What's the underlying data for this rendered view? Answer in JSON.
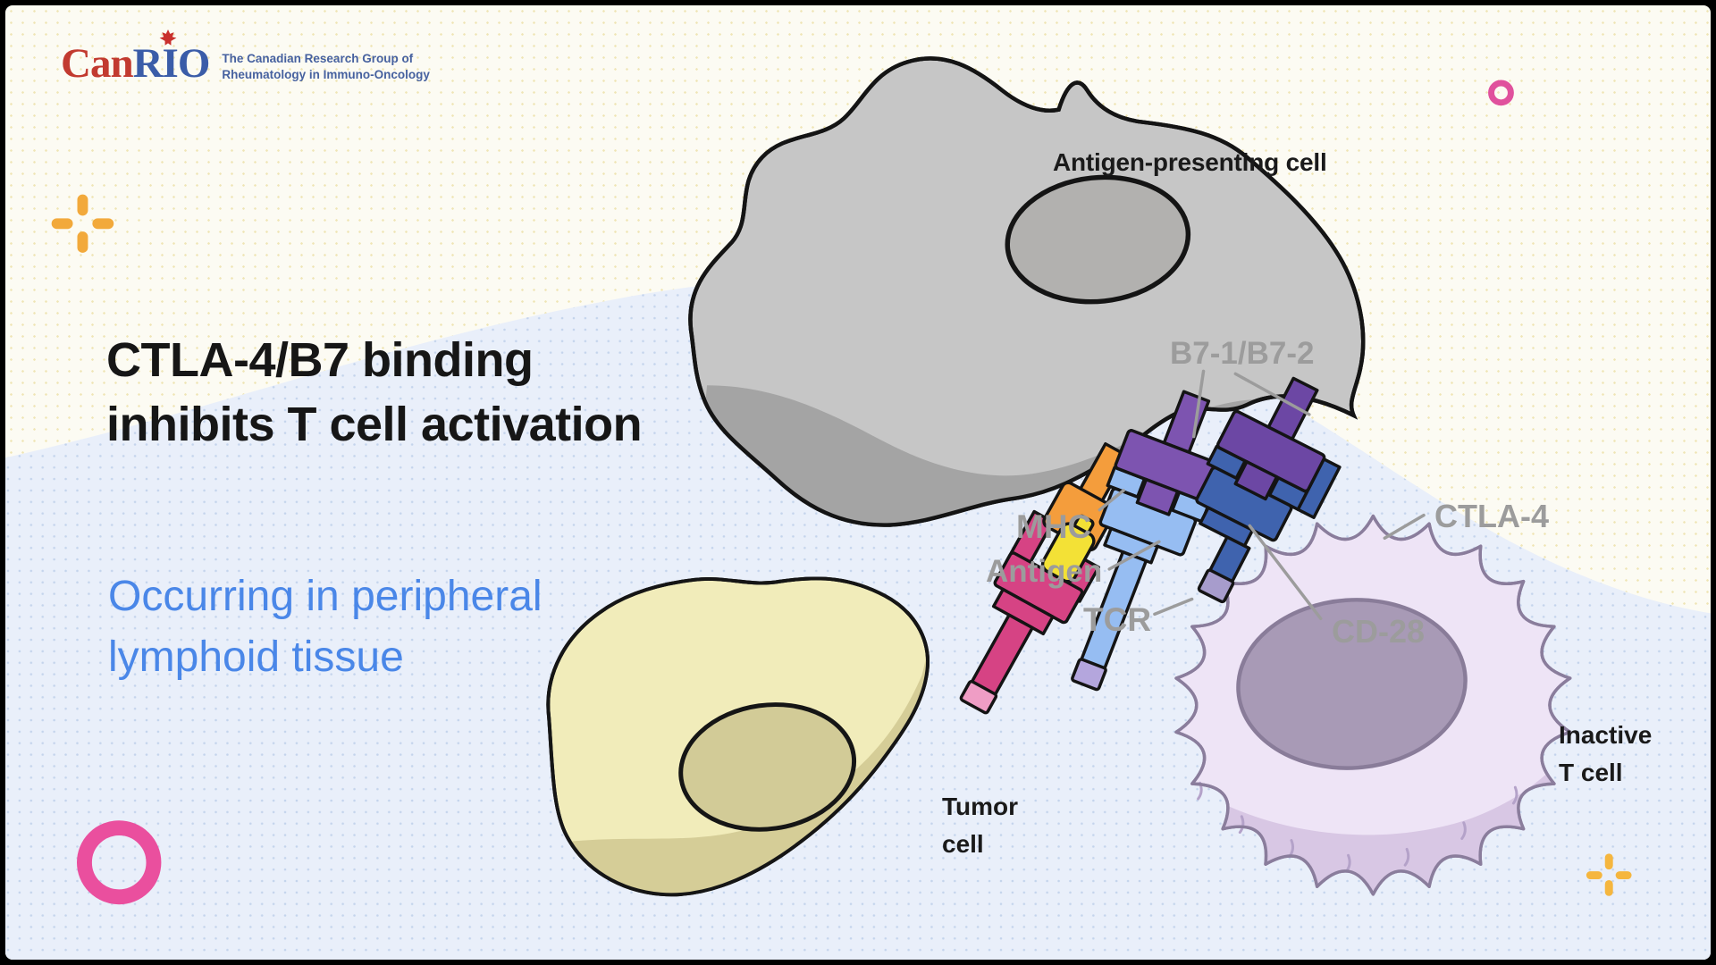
{
  "logo": {
    "can": "Can",
    "rio": "RIO",
    "tagline1": "The Canadian Research Group of",
    "tagline2": "Rheumatology in Immuno-Oncology"
  },
  "headline": {
    "line1": "CTLA-4/B7 binding",
    "line2": "inhibits T cell activation"
  },
  "subtitle": {
    "line1": "Occurring in peripheral",
    "line2": "lymphoid tissue"
  },
  "diagram": {
    "labels": {
      "apc": "Antigen-presenting cell",
      "b7": "B7-1/B7-2",
      "mhc": "MHC",
      "antigen": "Antigen",
      "tcr": "TCR",
      "ctla4": "CTLA-4",
      "cd28": "CD-28",
      "inactive1": "Inactive",
      "inactive2": "T cell",
      "tumor1": "Tumor",
      "tumor2": "cell"
    }
  },
  "colors": {
    "accent_pink": "#ea4f9e",
    "accent_orange": "#f2a93b",
    "subtitle_blue": "#4a87e8",
    "label_gray": "#9c9c9c",
    "apc_body": "#c6c6c6",
    "apc_shadow": "#a4a4a4",
    "tcell_body": "#eee4f6",
    "tcell_shadow": "#d8c7e4",
    "tcell_nucleus": "#a89ab6",
    "tumor_body": "#f1ecba",
    "tumor_shadow": "#d5cd97",
    "mhc_orange": "#f49d3c",
    "antigen_yellow": "#f3e136",
    "tcr_pink": "#d64384",
    "b7_purple": "#7d54b0",
    "cd28_blue": "#96bdf2",
    "ctla4_blue": "#3f63ae"
  }
}
